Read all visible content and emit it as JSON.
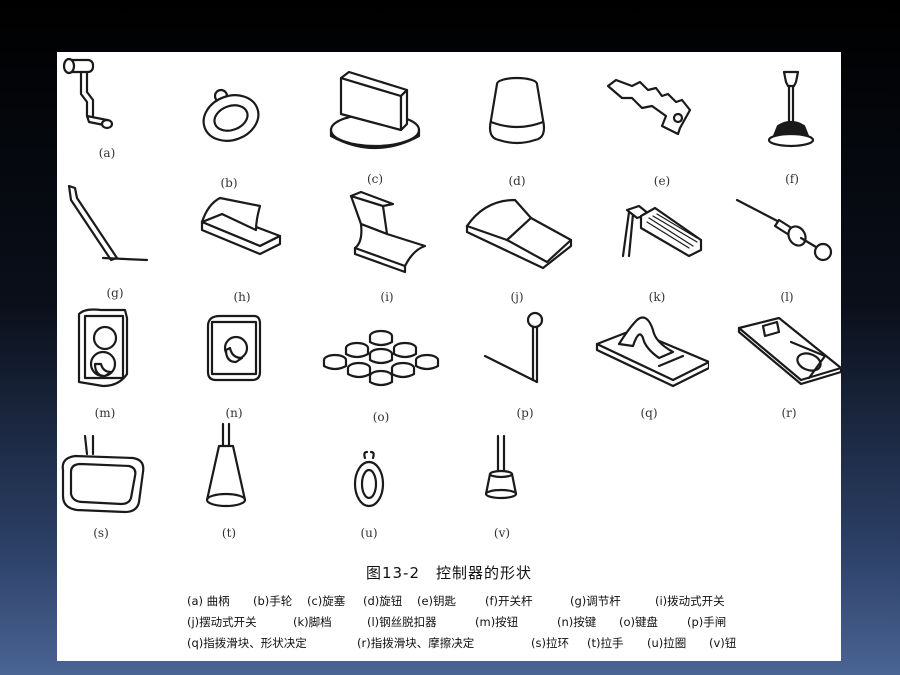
{
  "labels": [
    "(a)",
    "(b)",
    "(c)",
    "(d)",
    "(e)",
    "(f)",
    "(g)",
    "(h)",
    "(i)",
    "(j)",
    "(k)",
    "(l)",
    "(m)",
    "(n)",
    "(o)",
    "(p)",
    "(q)",
    "(r)",
    "(s)",
    "(t)",
    "(u)",
    "(v)"
  ],
  "caption": "图13-2　控制器的形状",
  "legend": [
    [
      "(a) 曲柄",
      "(b)手轮",
      "(c)旋塞",
      "(d)旋钮",
      "(e)钥匙",
      "(f)开关杆",
      "(g)调节杆",
      "(i)拨动式开关"
    ],
    [
      "(j)摆动式开关",
      "(k)脚档",
      "(l)钢丝脱扣器",
      "(m)按钮",
      "(n)按键",
      "(o)键盘",
      "(p)手闸"
    ],
    [
      "(q)指拨滑块、形状决定",
      "(r)指拨滑块、摩擦决定",
      "(s)拉环",
      "(t)拉手",
      "(u)拉圈",
      "(v)钮"
    ]
  ]
}
